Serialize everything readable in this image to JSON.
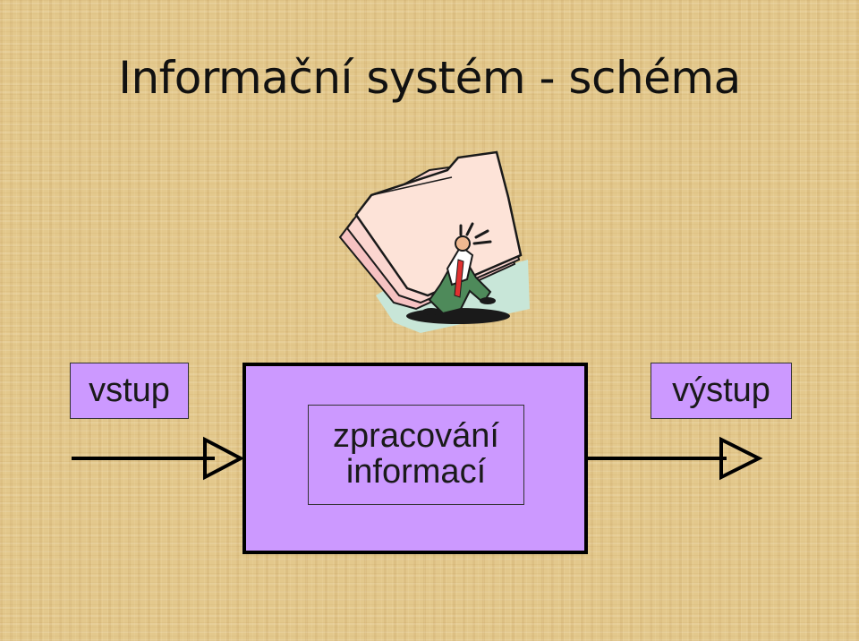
{
  "slide": {
    "title": "Informační systém - schéma"
  },
  "diagram": {
    "input_label": "vstup",
    "process_label_line1": "zpracování",
    "process_label_line2": "informací",
    "output_label": "výstup"
  },
  "illustration": {
    "icon": "man-carrying-folders-clipart"
  },
  "colors": {
    "background": "#e3c88c",
    "box_fill": "#cc99ff",
    "line": "#000000"
  }
}
